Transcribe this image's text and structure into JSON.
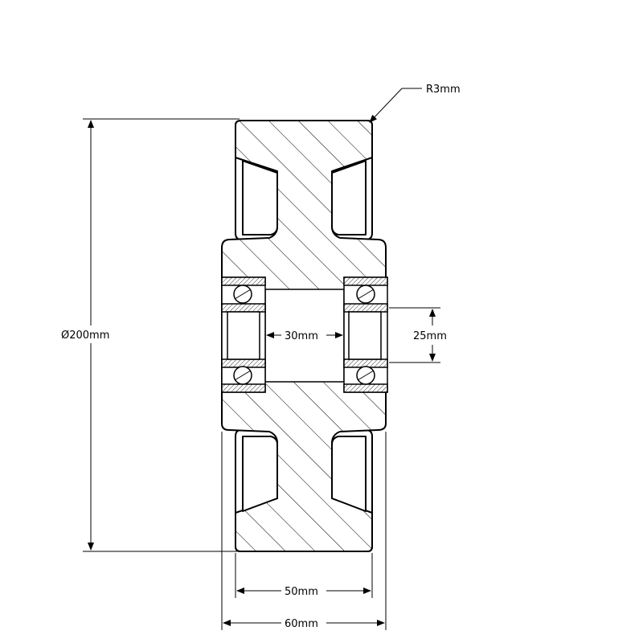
{
  "dimensions": {
    "radius": "R3mm",
    "diameter": "200mm",
    "diameter_symbol": "Ø",
    "bore": "30mm",
    "bearing_width": "25mm",
    "tread_width": "50mm",
    "hub_width": "60mm"
  }
}
